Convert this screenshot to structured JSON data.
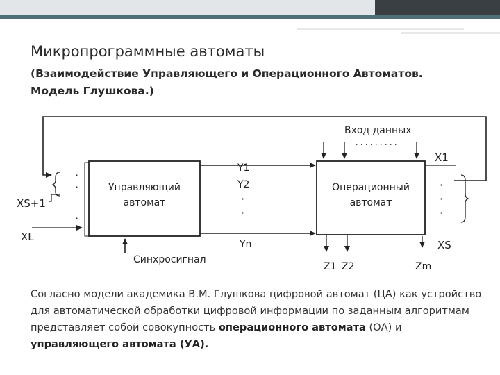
{
  "title": "Микропрограммные автоматы",
  "subtitle": {
    "line1": "(Взаимодействие Управляющего и Операционного Автоматов.",
    "line2": "Модель Глушкова.)"
  },
  "diagram": {
    "control_unit": {
      "line1": "Управляющий",
      "line2": "автомат"
    },
    "operational_unit": {
      "line1": "Операционный",
      "line2": "автомат"
    },
    "data_input_label": "Вход данных",
    "sync_label": "Синхросигнал",
    "inputs_left": {
      "xs1": "XS+1",
      "xl": "XL"
    },
    "control_signals": {
      "y1": "Y1",
      "y2": "Y2",
      "yn": "Yn"
    },
    "outputs_right": {
      "x1": "X1",
      "xs": "XS"
    },
    "outputs_bottom": {
      "z1": "Z1",
      "z2": "Z2",
      "zm": "Zm"
    },
    "dots_vertical": "·",
    "dots_horizontal": "· · · · · · · · ·"
  },
  "body": {
    "part1": "Согласно модели академика В.М. Глушкова цифровой автомат (ЦА) как устройство для автоматической обработки цифровой информации по заданным алгоритмам представляет собой совокупность ",
    "bold1": "операционного автомата",
    "part2": "  (ОА) и ",
    "bold2": "управляющего автомата (УА)."
  }
}
